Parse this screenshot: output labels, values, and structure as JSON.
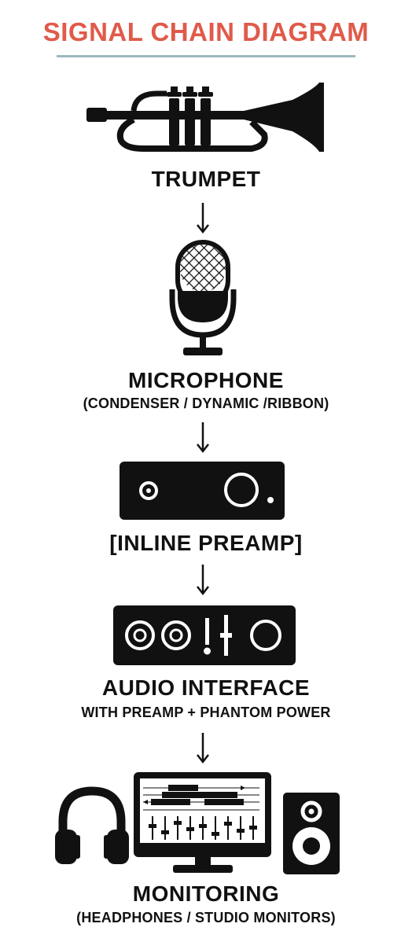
{
  "title": "SIGNAL CHAIN DIAGRAM",
  "colors": {
    "title": "#e05a4a",
    "rule": "#9bb8bf",
    "ink": "#111111"
  },
  "stages": [
    {
      "label": "TRUMPET",
      "sublabel": ""
    },
    {
      "label": "MICROPHONE",
      "sublabel": "(CONDENSER / DYNAMIC /RIBBON)"
    },
    {
      "label": "[INLINE PREAMP]",
      "sublabel": ""
    },
    {
      "label": "AUDIO INTERFACE",
      "sublabel": "WITH PREAMP + PHANTOM POWER"
    },
    {
      "label": "MONITORING",
      "sublabel": "(HEADPHONES / STUDIO MONITORS)"
    }
  ],
  "icons": [
    "trumpet-icon",
    "microphone-icon",
    "preamp-icon",
    "audio-interface-icon",
    "headphones-icon",
    "computer-monitor-icon",
    "speaker-icon"
  ]
}
